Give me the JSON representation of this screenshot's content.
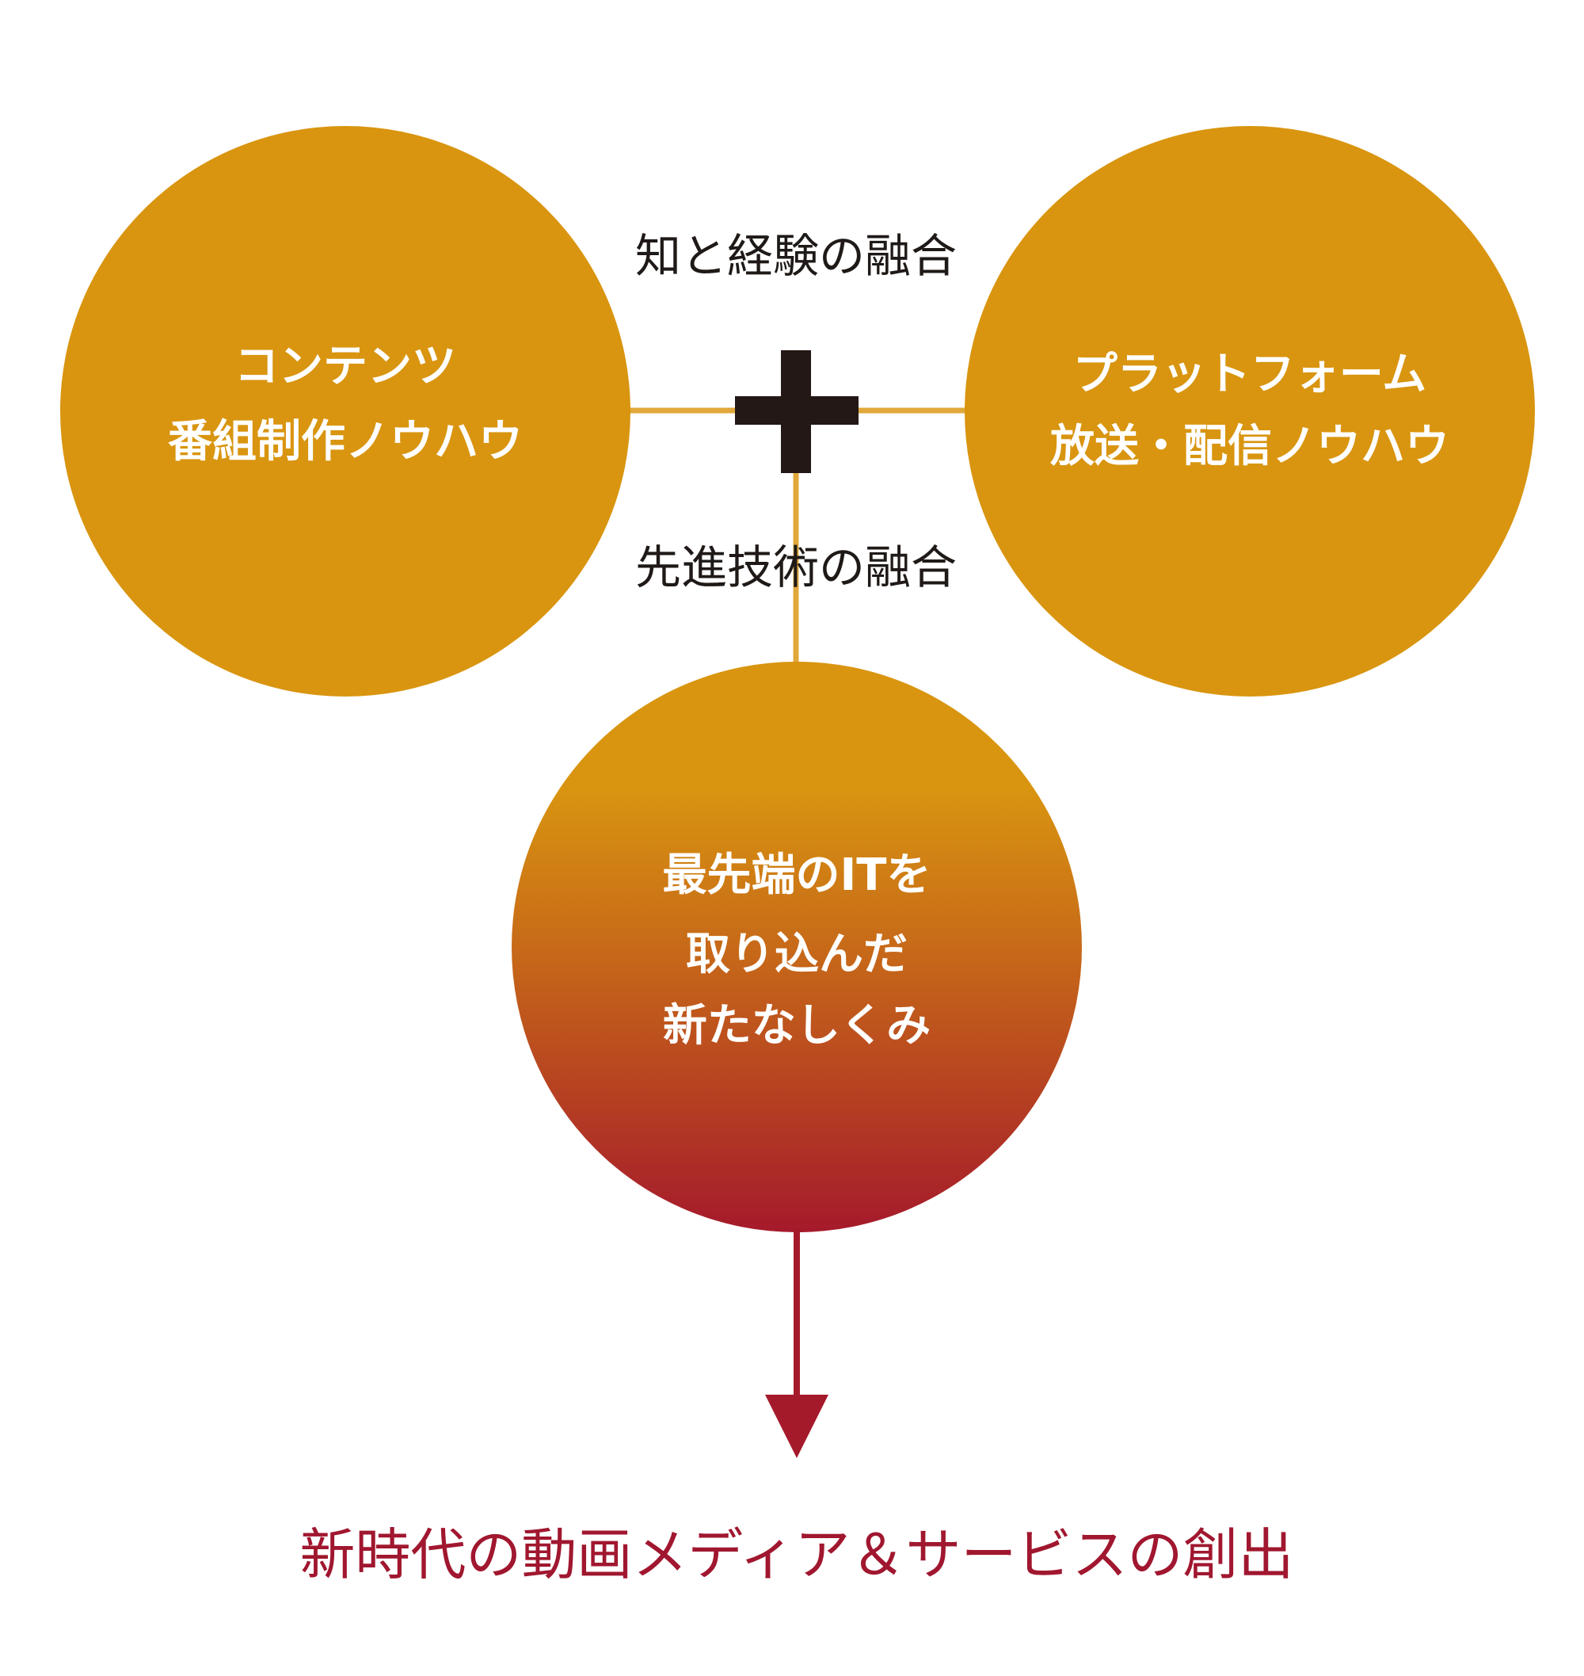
{
  "colors": {
    "circle_fill": "#d99510",
    "connector": "#e0a83a",
    "plus_sign": "#231815",
    "gradient_bottom": "#a51a2b",
    "arrow": "#a51a2b",
    "result_text": "#a0172f"
  },
  "nodes": {
    "contents": {
      "lines": [
        "コンテンツ",
        "番組制作ノウハウ"
      ]
    },
    "platform": {
      "lines": [
        "プラットフォーム",
        "放送・配信ノウハウ"
      ]
    },
    "new_system": {
      "lines": [
        "最先端のITを",
        "取り込んだ",
        "新たなしくみ"
      ]
    }
  },
  "labels": {
    "knowledge_fusion": "知と経験の融合",
    "technology_fusion": "先進技術の融合"
  },
  "result": "新時代の動画メディア＆サービスの創出"
}
